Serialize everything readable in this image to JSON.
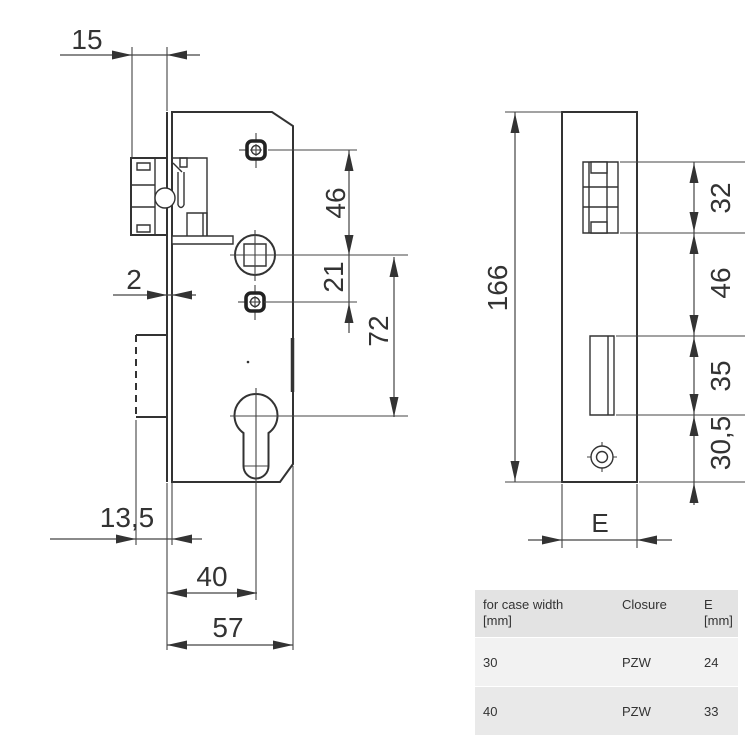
{
  "front_view": {
    "dims": {
      "faceplate_width": "15",
      "faceplate_thickness": "2",
      "screw_to_follower": "46",
      "follower_to_screw": "21",
      "follower_to_cylinder": "72",
      "bolt_projection": "13,5",
      "backset": "40",
      "case_depth": "57"
    }
  },
  "side_view": {
    "dims": {
      "case_height": "166",
      "latch_height": "32",
      "latch_to_bolt": "46",
      "bolt_height": "35",
      "bolt_to_bottom": "30,5",
      "e_distance": "E"
    }
  },
  "table": {
    "headers": [
      {
        "title": "for case width",
        "unit": "[mm]"
      },
      {
        "title": "Closure",
        "unit": ""
      },
      {
        "title": "E",
        "unit": "[mm]"
      }
    ],
    "rows": [
      {
        "case_width": "30",
        "closure": "PZW",
        "e": "24"
      },
      {
        "case_width": "40",
        "closure": "PZW",
        "e": "33"
      }
    ]
  },
  "colors": {
    "line": "#333333",
    "header_bg": "#e3e3e3",
    "row1_bg": "#f2f2f2",
    "row2_bg": "#e9e9e9"
  }
}
